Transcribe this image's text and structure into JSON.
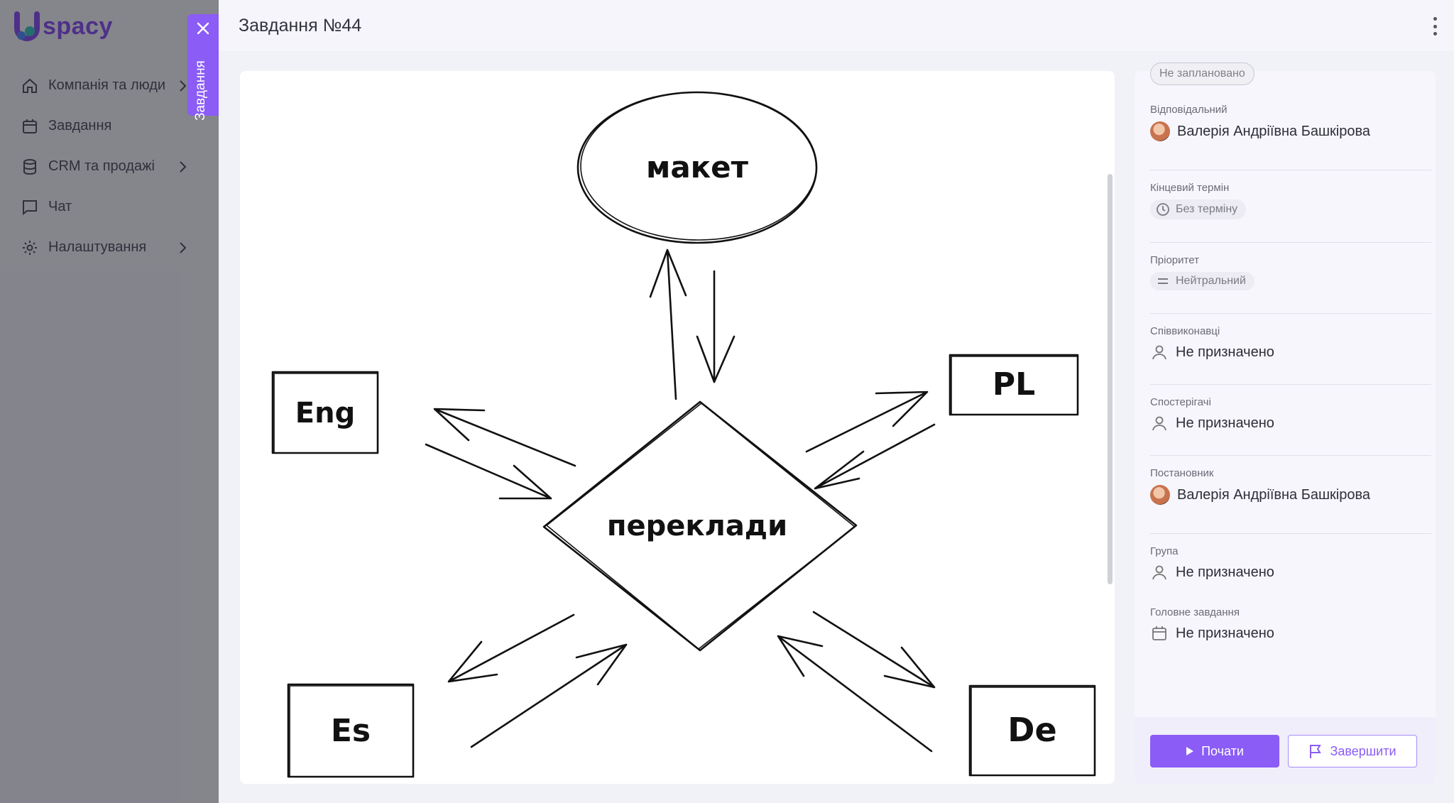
{
  "logo": {
    "text": "spacy"
  },
  "sidebar": {
    "items": [
      {
        "label": "Компанія та люди",
        "icon": "home-icon",
        "has_chevron": true
      },
      {
        "label": "Завдання",
        "icon": "calendar-icon",
        "has_chevron": false
      },
      {
        "label": "CRM та продажі",
        "icon": "coins-icon",
        "has_chevron": true
      },
      {
        "label": "Чат",
        "icon": "chat-icon",
        "has_chevron": false
      },
      {
        "label": "Налаштування",
        "icon": "gear-icon",
        "has_chevron": true
      }
    ]
  },
  "tab": {
    "label": "Завдання"
  },
  "header": {
    "title": "Завдання №44"
  },
  "diagram": {
    "center": "переклади",
    "top": "макет",
    "nodes": [
      "Eng",
      "PL",
      "Es",
      "De"
    ]
  },
  "details": {
    "status": "Не заплановано",
    "responsible": {
      "label": "Відповідальний",
      "value": "Валерія Андріївна Башкірова"
    },
    "deadline": {
      "label": "Кінцевий термін",
      "value": "Без терміну"
    },
    "priority": {
      "label": "Пріоритет",
      "value": "Нейтральний"
    },
    "coexecutors": {
      "label": "Співвиконавці",
      "value": "Не призначено"
    },
    "observers": {
      "label": "Спостерігачі",
      "value": "Не призначено"
    },
    "creator": {
      "label": "Постановник",
      "value": "Валерія Андріївна Башкірова"
    },
    "group": {
      "label": "Група",
      "value": "Не призначено"
    },
    "parent": {
      "label": "Головне завдання",
      "value": "Не призначено"
    }
  },
  "actions": {
    "start": "Почати",
    "finish": "Завершити"
  },
  "colors": {
    "accent": "#8b5cf6",
    "overlay": "#3a3a48"
  }
}
